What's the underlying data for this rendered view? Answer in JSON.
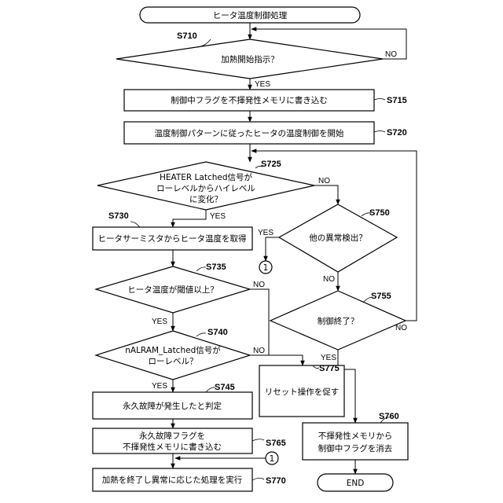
{
  "start": "ヒータ温度制御処理",
  "end": "END",
  "steps": {
    "s710": {
      "id": "S710",
      "text": [
        "加熱開始指示？"
      ]
    },
    "s715": {
      "id": "S715",
      "text": [
        "制御中フラグを不揮発性メモリに書き込む"
      ]
    },
    "s720": {
      "id": "S720",
      "text": [
        "温度制御パターンに従ったヒータの温度制御を開始"
      ]
    },
    "s725": {
      "id": "S725",
      "text": [
        "HEATER Latched信号が",
        "ローレベルからハイレベル",
        "に変化？"
      ]
    },
    "s730": {
      "id": "S730",
      "text": [
        "ヒータサーミスタからヒータ温度を取得"
      ]
    },
    "s735": {
      "id": "S735",
      "text": [
        "ヒータ温度が閾値以上？"
      ]
    },
    "s740": {
      "id": "S740",
      "text": [
        "nALRAM_Latched信号が",
        "ローレベル？"
      ]
    },
    "s745": {
      "id": "S745",
      "text": [
        "永久故障が発生したと判定"
      ]
    },
    "s750": {
      "id": "S750",
      "text": [
        "他の異常検出？"
      ]
    },
    "s755": {
      "id": "S755",
      "text": [
        "制御終了？"
      ]
    },
    "s760": {
      "id": "S760",
      "text": [
        "不揮発性メモリから",
        "制御中フラグを消去"
      ]
    },
    "s765": {
      "id": "S765",
      "text": [
        "永久故障フラグを",
        "不揮発性メモリに書き込む"
      ]
    },
    "s770": {
      "id": "S770",
      "text": [
        "加熱を終了し異常に応じた処理を実行"
      ]
    },
    "s775": {
      "id": "S775",
      "text": [
        "リセット操作を促す"
      ]
    }
  },
  "labels": {
    "yes": "YES",
    "no": "NO"
  },
  "connector": "1"
}
